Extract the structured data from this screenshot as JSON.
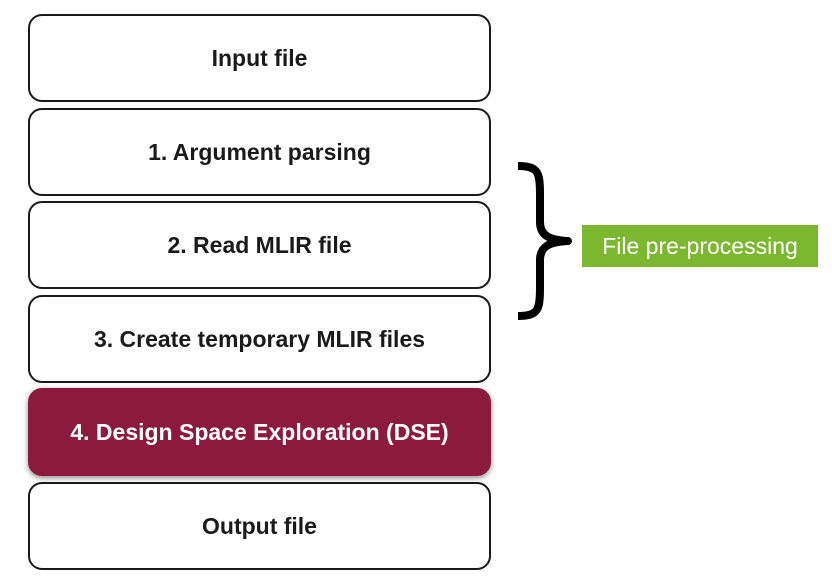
{
  "diagram": {
    "steps": [
      {
        "label": "Input file",
        "highlighted": false
      },
      {
        "label": "1. Argument parsing",
        "highlighted": false
      },
      {
        "label": "2. Read MLIR file",
        "highlighted": false
      },
      {
        "label": "3. Create temporary MLIR files",
        "highlighted": false
      },
      {
        "label": "4. Design Space Exploration (DSE)",
        "highlighted": true
      },
      {
        "label": "Output file",
        "highlighted": false
      }
    ],
    "group": {
      "label": "File pre-processing"
    }
  },
  "colors": {
    "highlight": "#8b1a3e",
    "group_label": "#7cb82f",
    "border": "#1a1a1a"
  }
}
